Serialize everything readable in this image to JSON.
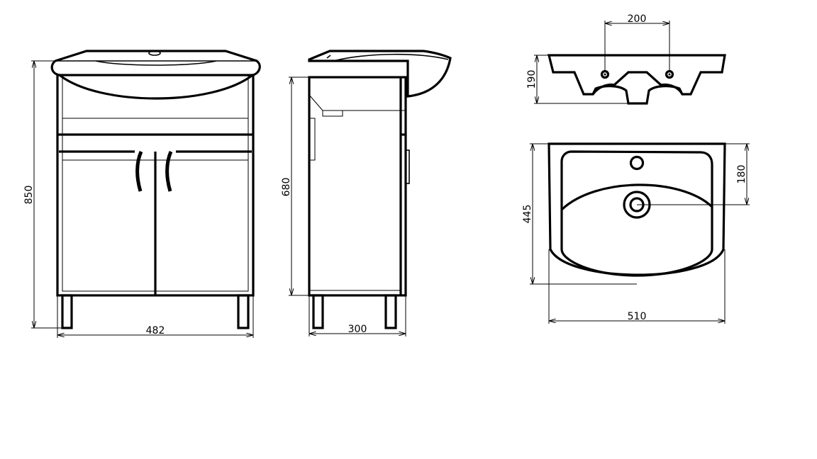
{
  "drawing": {
    "front_view": {
      "height_label": "850",
      "width_label": "482"
    },
    "side_view": {
      "height_label": "680",
      "depth_label": "300"
    },
    "basin_side_view": {
      "tap_spacing_label": "200",
      "height_label": "190"
    },
    "basin_top_view": {
      "depth_label": "445",
      "drain_offset_label": "180",
      "width_label": "510"
    },
    "colors": {
      "line": "#000000",
      "background": "#ffffff"
    }
  }
}
